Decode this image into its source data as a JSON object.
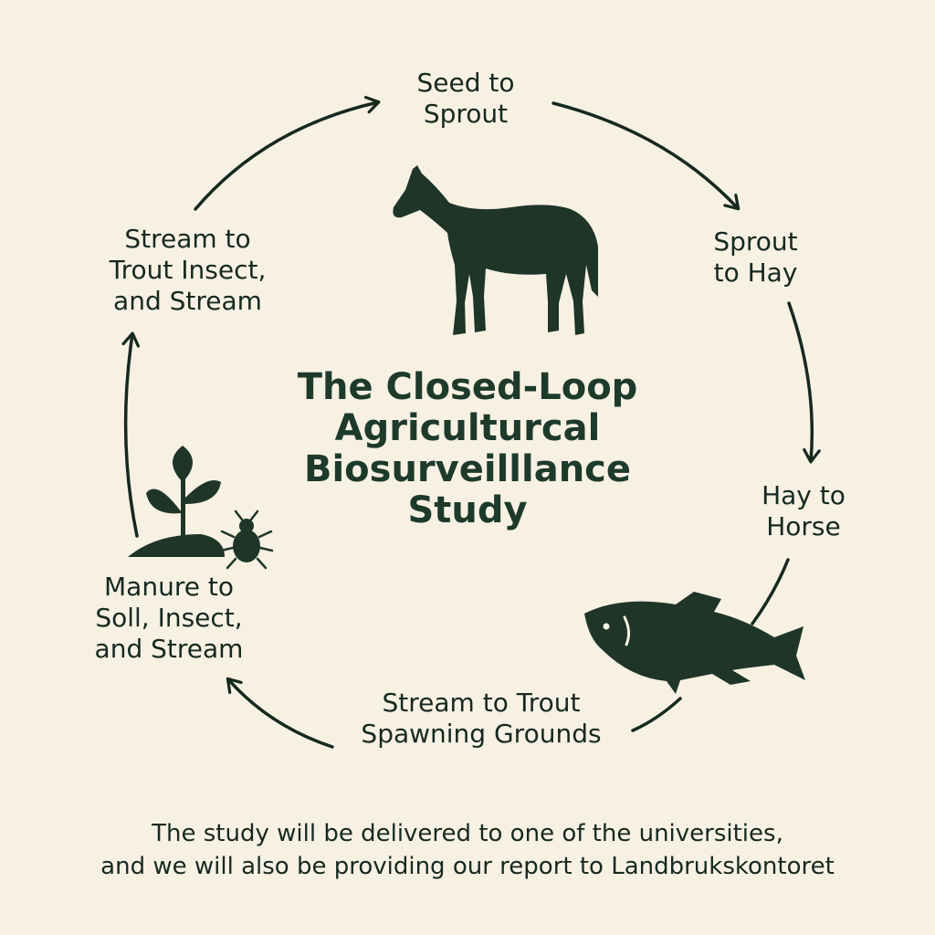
{
  "colors": {
    "background": "#f7f1e3",
    "ink": "#16291f",
    "title": "#1d3a2b"
  },
  "title_lines": [
    "The Closed-Loop",
    "Agriculturcal",
    "Biosurveilllance",
    "Study"
  ],
  "stages": {
    "seed_to_sprout": [
      "Seed to",
      "Sprout"
    ],
    "sprout_to_hay": [
      "Sprout",
      "to Hay"
    ],
    "hay_to_horse": [
      "Hay to",
      "Horse"
    ],
    "stream_to_spawning": [
      "Stream to Trout",
      "Spawning Grounds"
    ],
    "manure_to_soil": [
      "Manure to",
      "Soll, Insect,",
      "and Stream"
    ],
    "stream_to_trout_insect": [
      "Stream to",
      "Trout Insect,",
      "and Stream"
    ]
  },
  "icons": [
    "horse-icon",
    "fish-icon",
    "plant-icon",
    "beetle-icon"
  ],
  "footer_lines": [
    "The study will be delivered to one of the universities,",
    "and we will also be providing our report to Landbrukskontoret"
  ]
}
